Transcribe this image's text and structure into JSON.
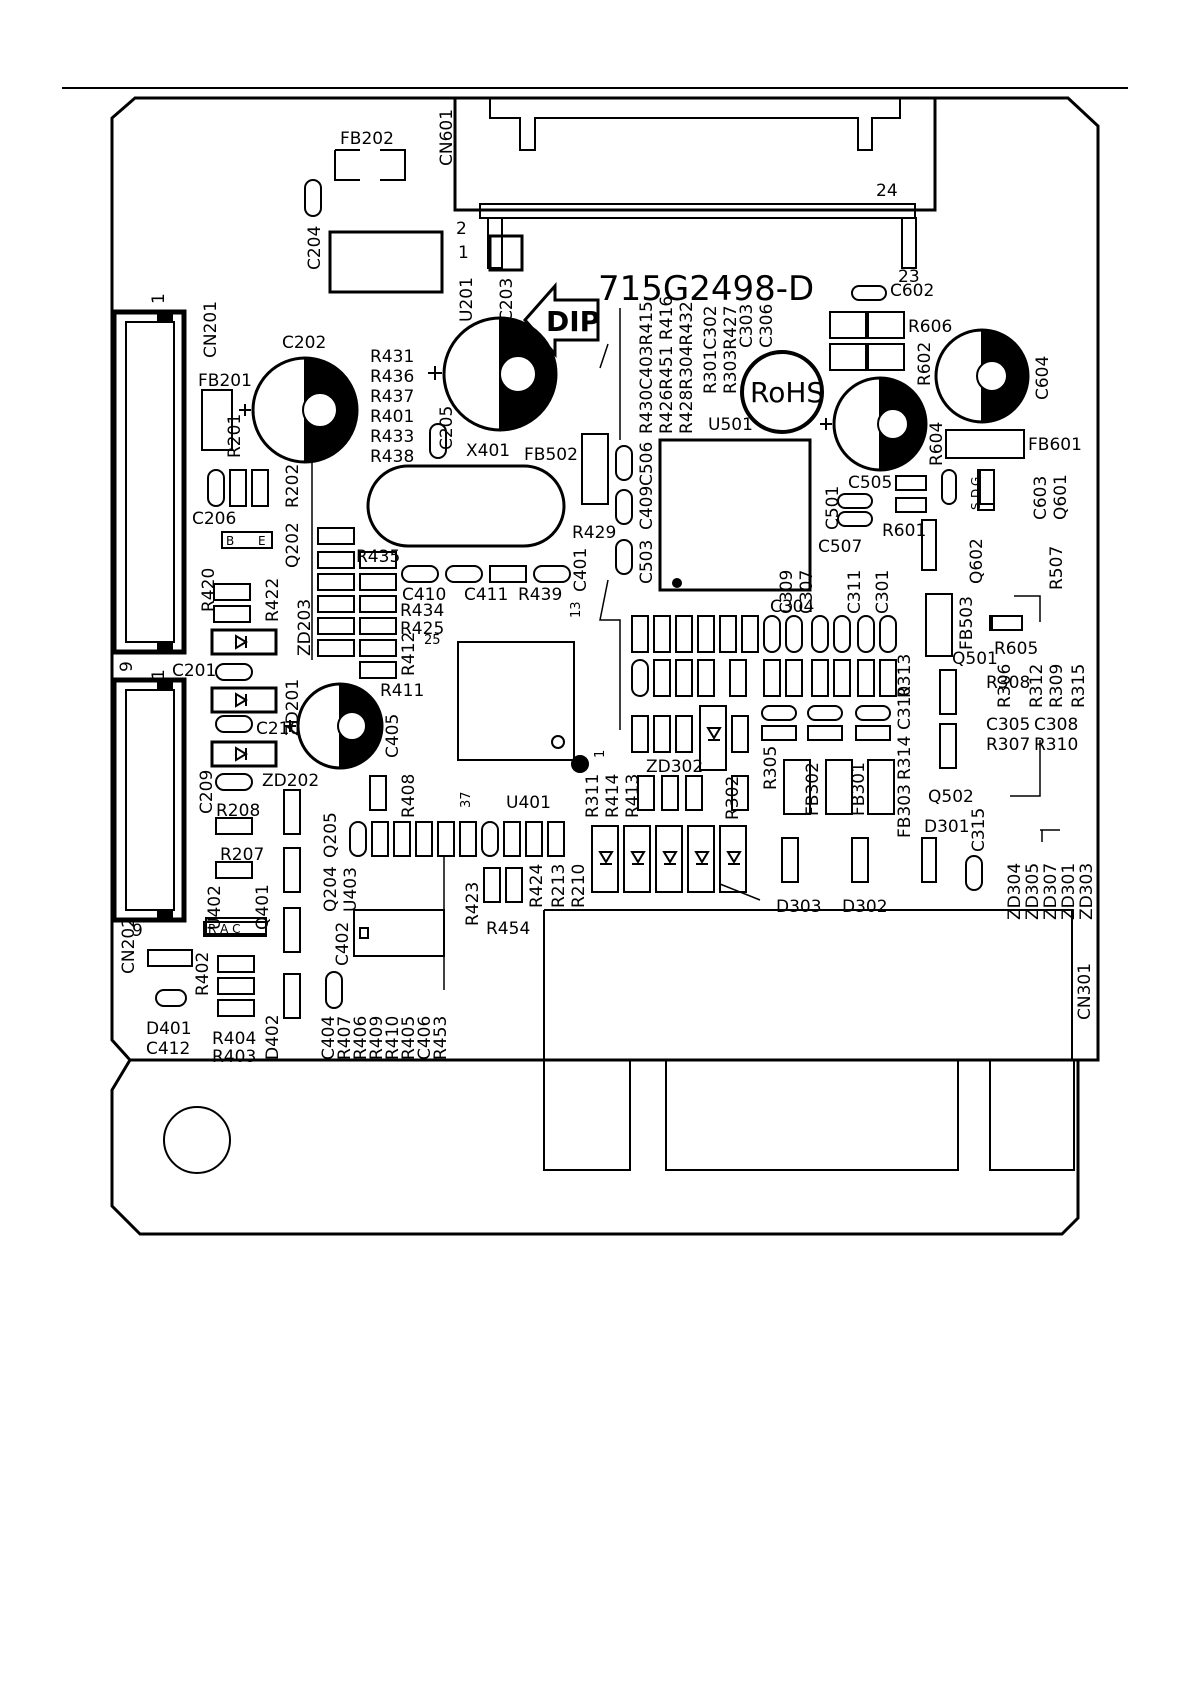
{
  "board": {
    "part_number": "715G2498-D",
    "marks": {
      "dip": "DIP",
      "rohs": "RoHS"
    },
    "pins": {
      "cn601_24": "24",
      "cn601_23": "23",
      "cn601_2": "2",
      "cn601_1": "1",
      "cn201_1": "1",
      "cn201_9": "9",
      "cn202_1": "1",
      "cn202_9": "9",
      "u401_13": "13",
      "u401_25": "25",
      "u401_37": "37",
      "u401_1": "1"
    },
    "transistor_pins": {
      "b": "B",
      "e": "E",
      "g": "G",
      "d": "D",
      "s": "S",
      "rac": "R A C"
    },
    "labels": {
      "fb202": "FB202",
      "c204": "C204",
      "cn601": "CN601",
      "c602": "C602",
      "r606": "R606",
      "r602": "R602",
      "c604": "C604",
      "cn201": "CN201",
      "c202": "C202",
      "fb201": "FB201",
      "r201": "R201",
      "r202": "R202",
      "c206": "C206",
      "q202": "Q202",
      "r431": "R431",
      "r436": "R436",
      "r437": "R437",
      "r401": "R401",
      "r433": "R433",
      "r438": "R438",
      "u201": "U201",
      "c203": "C203",
      "c205": "C205",
      "x401": "X401",
      "fb502": "FB502",
      "c506": "C506",
      "c409": "C409",
      "c503": "C503",
      "col1": "R430C403R415",
      "col2": "R426R451 R416",
      "col3": "R428R304R432",
      "col4": "R301C302",
      "col5": "R303R427",
      "col6": "C303",
      "col7": "C306",
      "u501": "U501",
      "c505": "C505",
      "r604": "R604",
      "fb601": "FB601",
      "c603": "C603",
      "q601": "Q601",
      "c501": "C501",
      "c507": "C507",
      "r601": "R601",
      "q602": "Q602",
      "r507": "R507",
      "fb503": "FB503",
      "q501": "Q501",
      "r605": "R605",
      "r429": "R429",
      "c401": "C401",
      "r435": "R435",
      "c410": "C410",
      "c411": "C411",
      "r439": "R439",
      "r420": "R420",
      "r422": "R422",
      "zd203": "ZD203",
      "r434": "R434",
      "r425": "R425",
      "r412": "R412",
      "r411": "R411",
      "c304": "C304",
      "c309": "C309",
      "c307": "C307",
      "c311": "C311",
      "c301": "C301",
      "r313": "R313",
      "r308": "R308",
      "r306": "R306",
      "r312": "R312",
      "r309": "R309",
      "r315": "R315",
      "c305": "C305",
      "c308": "C308",
      "r307": "R307",
      "r310": "R310",
      "c201": "C201",
      "zd201": "ZD201",
      "c210": "C210",
      "c405": "C405",
      "zd202": "ZD202",
      "c209": "C209",
      "r208": "R208",
      "r207": "R207",
      "r408": "R408",
      "q205": "Q205",
      "q204": "Q204",
      "u403": "U403",
      "u402": "U402",
      "q401": "Q401",
      "cn202": "CN202",
      "u401": "U401",
      "r311": "R311",
      "r414": "R414",
      "r413": "R413",
      "zd302": "ZD302",
      "r302": "R302",
      "r305": "R305",
      "fb302": "FB302",
      "fb301": "FB301",
      "r314": "R314",
      "c310": "C310",
      "fb303": "FB303",
      "q502": "Q502",
      "d301": "D301",
      "c315": "C315",
      "zd304": "ZD304",
      "zd305": "ZD305",
      "zd307": "ZD307",
      "zd301": "ZD301",
      "zd303": "ZD303",
      "r423": "R423",
      "r454": "R454",
      "r424": "R424",
      "r213": "R213",
      "r210": "R210",
      "d303": "D303",
      "d302": "D302",
      "cn301": "CN301",
      "c402": "C402",
      "r402": "R402",
      "d401": "D401",
      "c412": "C412",
      "r404": "R404",
      "r403": "R403",
      "d402": "D402",
      "c404": "C404",
      "r407": "R407",
      "r406": "R406",
      "r409": "R409",
      "r410": "R410",
      "r405": "R405",
      "c406": "C406",
      "r453": "R453"
    }
  }
}
